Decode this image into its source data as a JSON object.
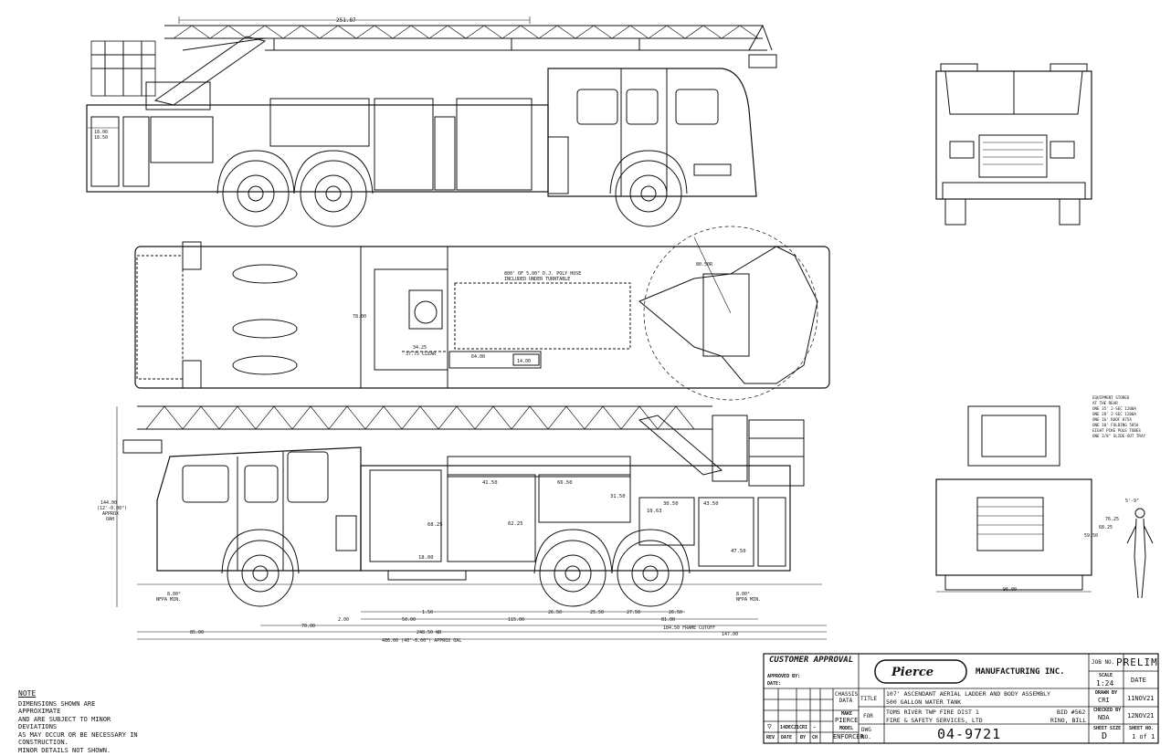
{
  "note": {
    "heading": "NOTE",
    "lines": [
      "DIMENSIONS SHOWN ARE APPROXIMATE",
      "AND ARE SUBJECT TO MINOR DEVIATIONS",
      "AS MAY OCCUR OR BE NECESSARY IN",
      "CONSTRUCTION.",
      "MINOR DETAILS NOT SHOWN."
    ]
  },
  "approval": {
    "heading": "CUSTOMER APPROVAL",
    "approved_by": "APPROVED BY:",
    "date": "DATE:"
  },
  "logo": {
    "brand": "Pierce",
    "company": "MANUFACTURING INC."
  },
  "revision": {
    "rev": "REV",
    "date": "DATE",
    "by": "BY",
    "ch": "CH",
    "row_date": "14DEC21",
    "row_by": "CRI",
    "row_ch": "-"
  },
  "title_block": {
    "chassis_label": "CHASSIS DATA",
    "make_label": "MAKE",
    "make": "PIERCE",
    "model_label": "MODEL",
    "model": "ENFORCER",
    "title_label": "TITLE",
    "title_line1": "107' ASCENDANT AERIAL LADDER AND BODY ASSEMBLY",
    "title_line2": "500 GALLON WATER TANK",
    "for_label": "FOR",
    "for_line1": "TOMS RIVER TWP FIRE DIST 1",
    "for_line2": "FIRE & SAFETY SERVICES, LTD",
    "bid": "BID #562",
    "salesman": "RINO, BILL",
    "dwg_label": "DWG NO.",
    "dwg_no": "04-9721",
    "job_label": "JOB NO.",
    "job_no": "PRELIM",
    "scale_label": "SCALE",
    "scale": "1:24",
    "date_label": "DATE",
    "drawn_label": "DRAWN BY",
    "drawn_by": "CRI",
    "drawn_date": "11NOV21",
    "checked_label": "CHECKED BY",
    "checked_by": "NDA",
    "checked_date": "12NOV21",
    "size_label": "SHEET SIZE",
    "size": "D",
    "sheet_label": "SHEET NO.",
    "sheet": "1 of 1"
  },
  "dimensions": {
    "top_length": "251.87",
    "side_18": "18.00",
    "side_18_50": "18.50",
    "turntable_radius": "80.50R",
    "plan_7800": "78.00",
    "plan_3425": "34.25",
    "plan_3775": "37.75 CLEAR",
    "plan_6400": "64.00",
    "plan_1400": "14.00",
    "hose_note_1": "800' OF 5.00\" D.J. POLY HOSE",
    "hose_note_2": "INCLUDED UNDER TURNTABLE",
    "height": "144.00",
    "height_ft": "(12'-0.00\")",
    "height_approx": "APPROX",
    "height_oah": "OAH",
    "c_4150": "41.50",
    "c_6650": "66.50",
    "c_3150": "31.50",
    "c_3050": "30.50",
    "c_4350": "43.50",
    "c_6825": "68.25",
    "c_6225": "62.25",
    "c_1063": "10.63",
    "c_1800": "18.00",
    "c_4750": "47.50",
    "angle_front": "8.00°",
    "angle_front_nfpa": "NFPA MIN.",
    "angle_rear": "8.00°",
    "angle_rear_nfpa": "NFPA MIN.",
    "d_150": "1.50",
    "d_200": "2.00",
    "d_5000": "50.00",
    "d_11500": "115.00",
    "d_2650": "26.50",
    "d_2550": "25.50",
    "d_2750": "27.50",
    "d_2650b": "26.50",
    "d_8100": "81.00",
    "d_7000": "70.00",
    "d_18450": "184.50 FRAME CUTOFF",
    "d_14700": "147.00",
    "d_8500": "85.00",
    "wheelbase": "248.50 WB",
    "overall": "486.00 (40'-6.00\") APPROX OAL",
    "rear_width": "96.00",
    "rear_7625": "76.25",
    "rear_6825": "68.25",
    "rear_5950": "59.50",
    "person_height": "5'-9\"",
    "equip_title": "EQUIPMENT STORED",
    "equip_1": "AT THE REAR",
    "equip_2": "ONE 35' 2-SEC 1200A",
    "equip_3": "ONE 28' 2-SEC 1200A",
    "equip_4": "ONE 16' ROOF 875A",
    "equip_5": "ONE 10' FOLDING 585A",
    "equip_6": "EIGHT PIKE POLE TUBES",
    "equip_7": "ONE 3/8\" SLIDE-OUT TRAY"
  }
}
